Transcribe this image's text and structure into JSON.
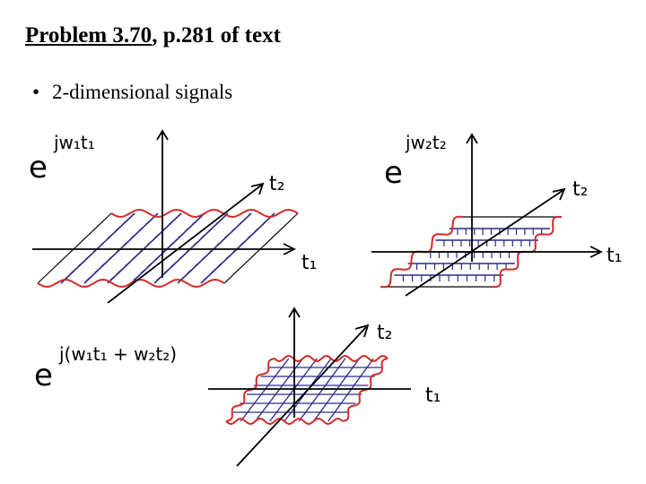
{
  "header": {
    "title_underlined": "Problem 3.70",
    "title_rest": ", p.281 of text"
  },
  "bullets": [
    {
      "marker": "•",
      "text": "2-dimensional signals"
    }
  ],
  "diagrams": [
    {
      "exp_base": "e",
      "exponent": "jw₁t₁",
      "axis_labels": [
        "t₂",
        "t₁"
      ]
    },
    {
      "exp_base": "e",
      "exponent": "jw₂t₂",
      "axis_labels": [
        "t₂",
        "t₁"
      ]
    },
    {
      "exp_base": "e",
      "exponent": "j(w₁t₁ + w₂t₂)",
      "axis_labels": [
        "t₂",
        "t₁"
      ]
    }
  ],
  "colors": {
    "wave": "#d42a2a",
    "ridge": "#2a2a8c",
    "axis": "#000000"
  }
}
